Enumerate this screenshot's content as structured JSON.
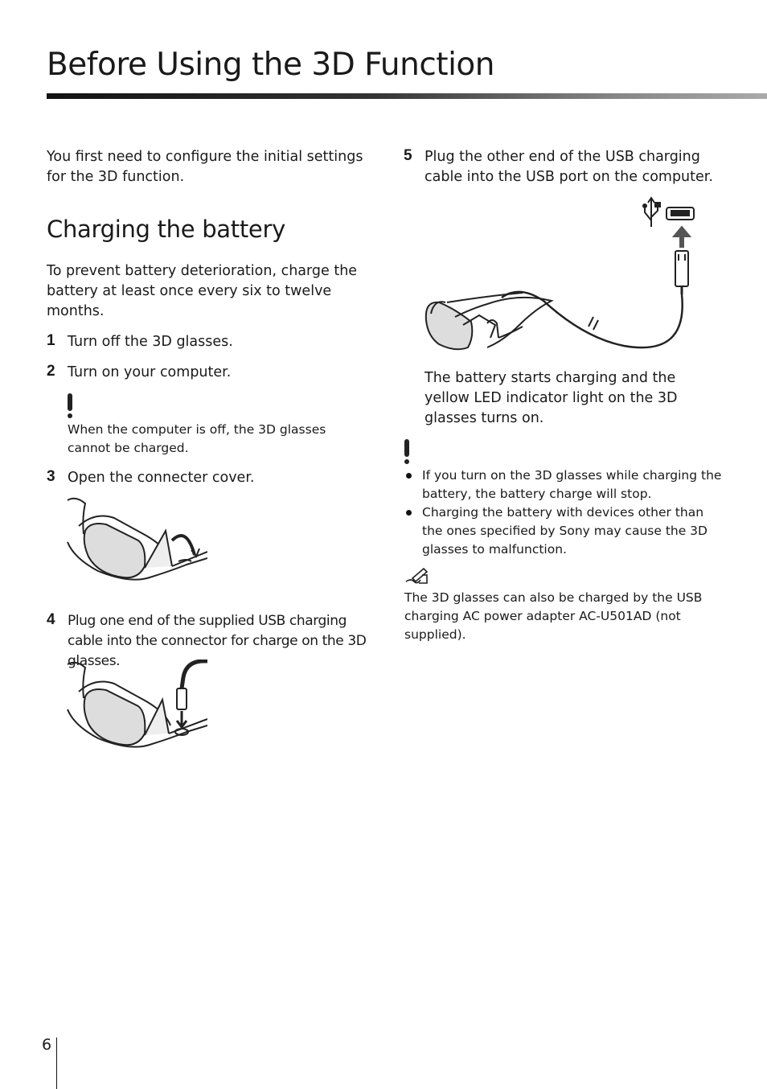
{
  "page": {
    "title": "Before Using the 3D Function",
    "page_number": "6"
  },
  "intro": "You first need to configure the initial settings for the 3D function.",
  "section": {
    "heading": "Charging the battery",
    "lead": "To prevent battery deterioration, charge the battery at least once every six to twelve months."
  },
  "steps": [
    {
      "num": "1",
      "text": "Turn off the 3D glasses."
    },
    {
      "num": "2",
      "text": "Turn on your computer."
    },
    {
      "num": "3",
      "text": "Open the connecter cover."
    },
    {
      "num": "4",
      "text": "Plug one end of the supplied USB charging cable into the connector for charge on the 3D glasses."
    },
    {
      "num": "5",
      "text": "Plug the other end of the USB charging cable into the USB port on the computer."
    }
  ],
  "caution_step2": "When the computer is off, the 3D glasses cannot be charged.",
  "step5_result": "The battery starts charging and the yellow LED indicator light on the 3D glasses turns on.",
  "cautions": [
    "If you turn on the 3D glasses while charging the battery, the battery charge will stop.",
    "Charging the battery with devices other than the ones specified by Sony may cause the 3D glasses to malfunction."
  ],
  "note": "The 3D glasses can also be charged by the USB charging AC power adapter AC-U501AD (not supplied)."
}
